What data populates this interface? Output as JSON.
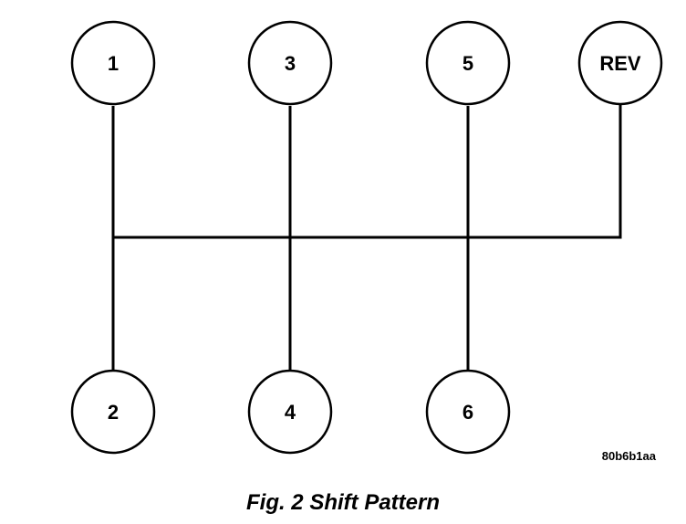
{
  "gears": [
    {
      "id": "gear-1",
      "label": "1"
    },
    {
      "id": "gear-3",
      "label": "3"
    },
    {
      "id": "gear-5",
      "label": "5"
    },
    {
      "id": "gear-rev",
      "label": "REV"
    },
    {
      "id": "gear-2",
      "label": "2"
    },
    {
      "id": "gear-4",
      "label": "4"
    },
    {
      "id": "gear-6",
      "label": "6"
    }
  ],
  "image_code": "80b6b1aa",
  "caption": "Fig. 2 Shift Pattern",
  "colors": {
    "line": "#000000",
    "background": "#ffffff"
  }
}
